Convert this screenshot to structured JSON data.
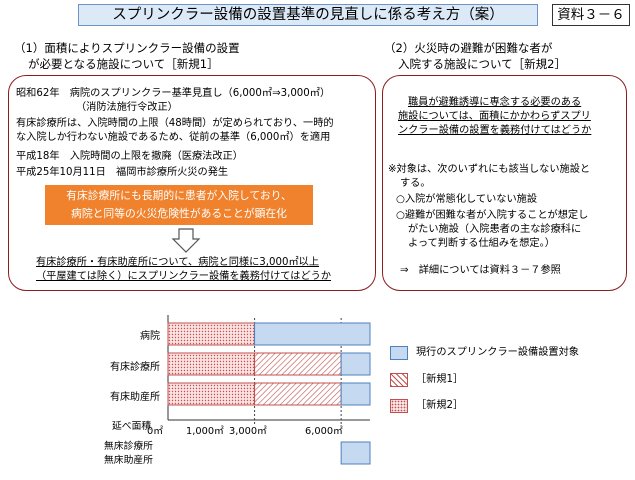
{
  "header": {
    "title": "スプリンクラー設備の設置基準の見直しに係る考え方（案）",
    "doc_number": "資料３－６"
  },
  "section1": {
    "heading_line1": "（1）面積によりスプリンクラー設備の設置",
    "heading_line2": "が必要となる施設について［新規1］",
    "lines": [
      "昭和62年　病院のスプリンクラー基準見直し（6,000㎡⇒3,000㎡）",
      "（消防法施行令改正）",
      "有床診療所は、入院時間の上限（48時間）が定められており、一時的",
      "な入院しか行わない施設であるため、従前の基準（6,000㎡）を適用",
      "平成18年　入院時間の上限を撤廃（医療法改正）",
      "平成25年10月11日　福岡市診療所火災の発生"
    ],
    "alert_line1": "有床診療所にも長期的に患者が入院しており、",
    "alert_line2": "病院と同等の火災危険性があることが顕在化",
    "conclusion_line1": "有床診療所・有床助産所について、病院と同様に3,000㎡以上",
    "conclusion_line2": "（平屋建ては除く）にスプリンクラー設備を義務付けてはどうか"
  },
  "section2": {
    "heading_line1": "（2）火災時の避難が困難な者が",
    "heading_line2": "入院する施設について［新規2］",
    "proposal_line1": "職員が避難誘導に専念する必要のある",
    "proposal_line2": "施設については、面積にかかわらずスプリ",
    "proposal_line3": "ンクラー設備の設置を義務付けてはどうか",
    "note_line1": "※対象は、次のいずれにも該当しない施設と",
    "note_line2": "する。",
    "item1": "○入院が常態化していない施設",
    "item2_line1": "○避難が困難な者が入院することが想定し",
    "item2_line2": "がたい施設（入院患者の主な診療科に",
    "item2_line3": "よって判断する仕組みを想定。）",
    "reference": "⇒　詳細については資料３－７参照"
  },
  "chart": {
    "category_hospital": "病院",
    "category_clinic": "有床診療所",
    "category_midwife": "有床助産所",
    "axis_title": "延べ面積",
    "tick_0": "0㎡",
    "tick_1000": "1,000㎡",
    "tick_3000": "3,000㎡",
    "tick_6000": "6,000㎡",
    "no_bed_line1": "無床診療所",
    "no_bed_line2": "無床助産所",
    "legend_current": "現行のスプリンクラー設備設置対象",
    "legend_new1": "［新規1］",
    "legend_new2": "［新規2］"
  },
  "chart_data": {
    "type": "bar",
    "orientation": "horizontal-stacked",
    "xlabel": "延べ面積",
    "xlim": [
      0,
      7000
    ],
    "x_ticks": [
      "0㎡",
      "1,000㎡",
      "3,000㎡",
      "6,000㎡"
    ],
    "categories": [
      "病院",
      "有床診療所",
      "有床助産所",
      "無床診療所・無床助産所"
    ],
    "series": [
      {
        "name": "［新規2］",
        "ranges": [
          [
            0,
            3000
          ],
          [
            0,
            3000
          ],
          [
            0,
            3000
          ],
          null
        ]
      },
      {
        "name": "［新規1］",
        "ranges": [
          null,
          [
            3000,
            6000
          ],
          [
            3000,
            6000
          ],
          null
        ]
      },
      {
        "name": "現行のスプリンクラー設備設置対象",
        "ranges": [
          [
            3000,
            7000
          ],
          [
            6000,
            7000
          ],
          [
            6000,
            7000
          ],
          [
            6000,
            7000
          ]
        ]
      }
    ],
    "colors": {
      "current": "#c5d9f1",
      "new1": "#c0504d",
      "new2": "#c0504d"
    }
  }
}
